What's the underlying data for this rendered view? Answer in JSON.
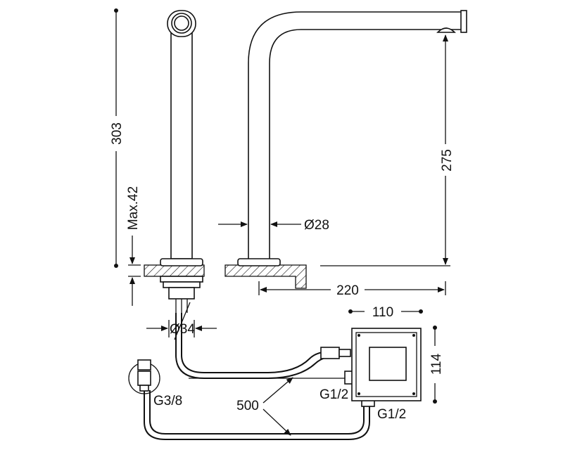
{
  "dimensions": {
    "total_height": "303",
    "max_deck": "Max.42",
    "spout_height": "275",
    "spout_diameter": "Ø28",
    "reach": "220",
    "hole_diameter": "Ø34",
    "box_width": "110",
    "box_height": "114",
    "hose_length": "500"
  },
  "connections": {
    "inlet_valve": "G3/8",
    "box_inlet_side": "G1/2",
    "box_inlet_bottom": "G1/2"
  },
  "colors": {
    "line": "#111111",
    "background": "#ffffff"
  }
}
